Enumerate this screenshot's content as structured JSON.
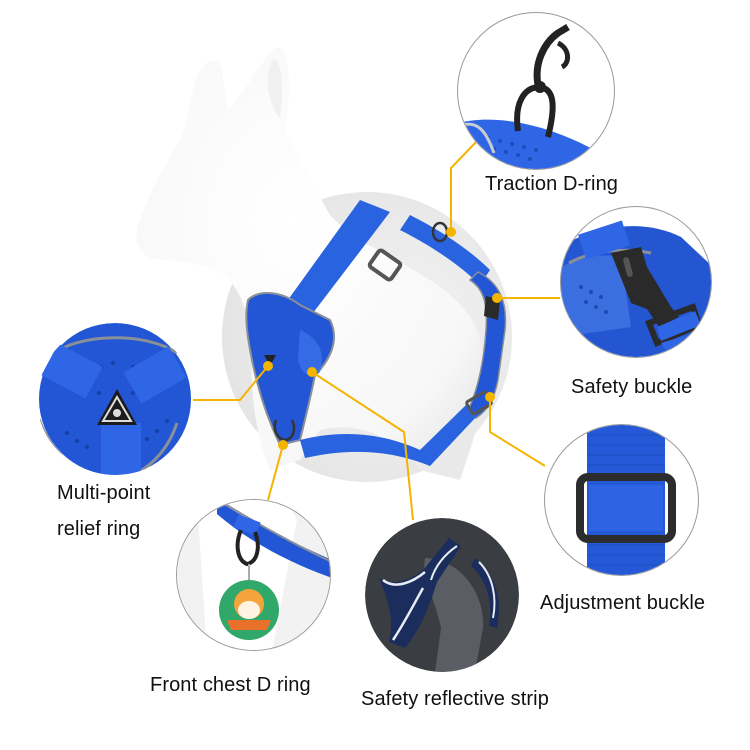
{
  "colors": {
    "callout_line": "#f5b400",
    "harness_blue": "#1f4fd0",
    "harness_blue_light": "#2f66e6",
    "reflective_gray": "#8a8f98",
    "buckle_black": "#2a2a2a",
    "backdrop_gray": "#ececec",
    "night_bg": "#3a3d42",
    "night_harness": "#1a2d5c"
  },
  "callouts": [
    {
      "id": "traction-d-ring",
      "label": "Traction D-ring"
    },
    {
      "id": "safety-buckle",
      "label": "Safety buckle"
    },
    {
      "id": "adjustment-buckle",
      "label": "Adjustment buckle"
    },
    {
      "id": "multi-point-relief-ring",
      "label_line1": "Multi-point",
      "label_line2": "relief ring"
    },
    {
      "id": "front-chest-d-ring",
      "label": "Front chest D ring"
    },
    {
      "id": "safety-reflective-strip",
      "label": "Safety reflective strip"
    }
  ]
}
